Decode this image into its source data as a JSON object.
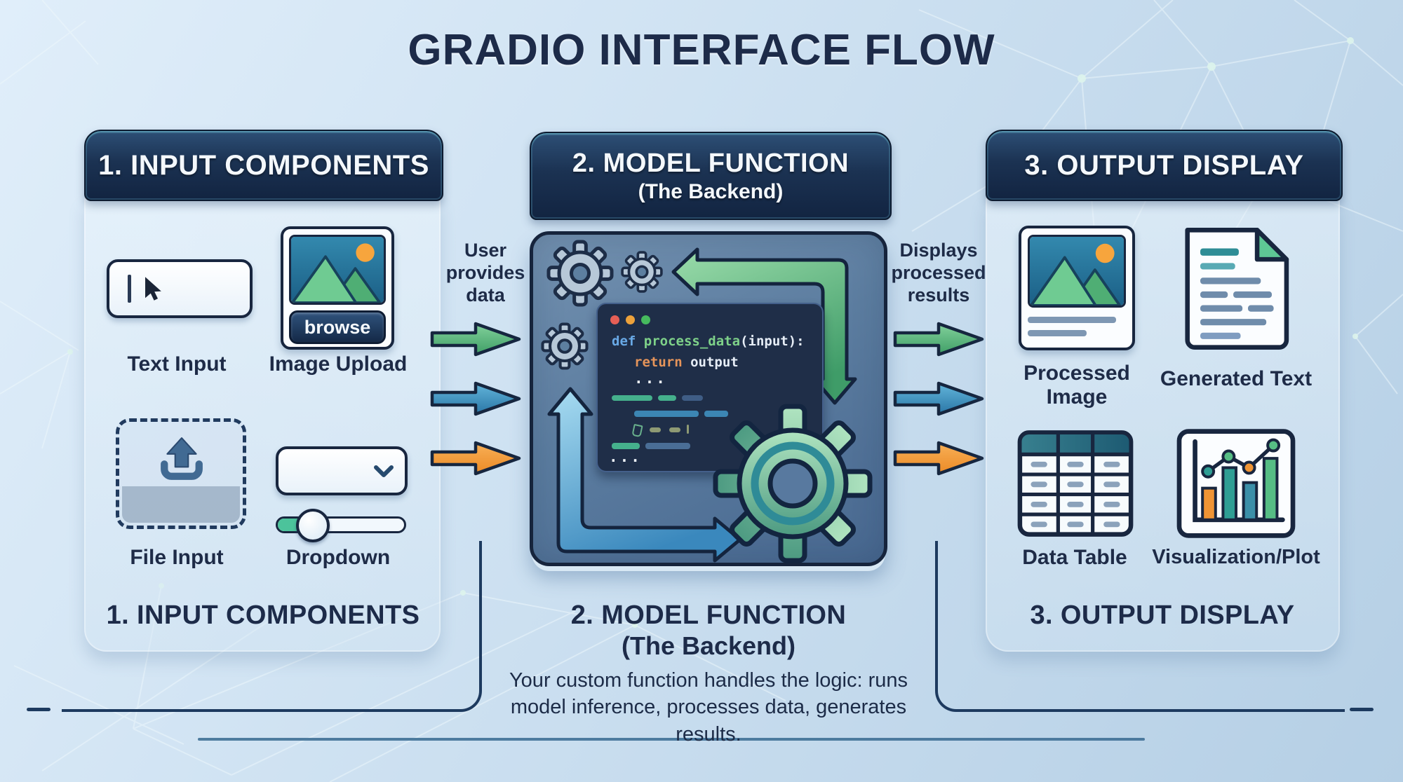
{
  "title": "GRADIO INTERFACE FLOW",
  "input_panel": {
    "header": "1. INPUT COMPONENTS",
    "text_input_label": "Text Input",
    "image_upload_label": "Image Upload",
    "browse_button": "browse",
    "file_input_label": "File Input",
    "dropdown_label": "Dropdown",
    "caption": "1. INPUT COMPONENTS"
  },
  "model_panel": {
    "header_title": "2. MODEL FUNCTION",
    "header_subtitle": "(The Backend)",
    "code": {
      "keyword_def": "def",
      "function_name": "process_data",
      "args": "(input):",
      "keyword_return": "return",
      "return_value": "output",
      "ellipsis": "..."
    },
    "caption_title": "2. MODEL FUNCTION",
    "caption_subtitle": "(The Backend)",
    "description": "Your custom function handles the logic: runs model inference, processes data, generates results."
  },
  "output_panel": {
    "header": "3. OUTPUT DISPLAY",
    "processed_image_label": "Processed Image",
    "generated_text_label": "Generated Text",
    "data_table_label": "Data Table",
    "visualization_label": "Visualization/Plot",
    "caption": "3. OUTPUT DISPLAY"
  },
  "flow": {
    "input_to_model_label": "User provides data",
    "model_to_output_label": "Displays processed results"
  },
  "icons": {
    "cursor": "pointer-cursor-icon",
    "image": "image-mountain-sun-icon",
    "upload": "upload-tray-icon",
    "chevron": "chevron-down-icon",
    "gear": "gear-icon",
    "document": "document-text-icon",
    "table": "data-table-icon",
    "chart": "bar-line-chart-icon",
    "arrow": "flow-arrow-icon",
    "traffic_lights": "window-traffic-lights-icon"
  },
  "colors": {
    "arrow_green": "#4fae74",
    "arrow_blue": "#3786b5",
    "arrow_orange": "#f2993a",
    "navy_outline": "#16263f",
    "header_navy": "#1b3252",
    "code_bg": "#1f2e48",
    "gear_green": "#6db992",
    "slider_fill": "#4cc39b"
  }
}
